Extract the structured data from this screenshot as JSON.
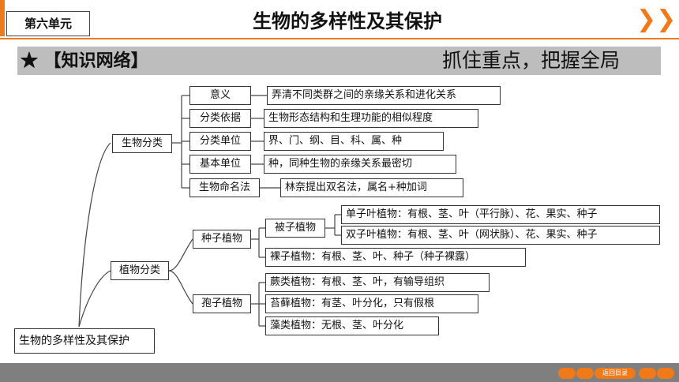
{
  "header": {
    "unit_label": "第六单元",
    "title": "生物的多样性及其保护",
    "colors": {
      "accent": "#f07a1a",
      "banner": "#bdbdbd",
      "footer": "#7f7f7f"
    }
  },
  "banner": {
    "left_text": "★ 【知识网络】",
    "right_text": "抓住重点，把握全局"
  },
  "mindmap": {
    "root": "生物的多样性及其保护",
    "classification": {
      "label": "生物分类",
      "items": [
        {
          "label": "意义",
          "detail": "弄清不同类群之间的亲缘关系和进化关系"
        },
        {
          "label": "分类依据",
          "detail": "生物形态结构和生理功能的相似程度"
        },
        {
          "label": "分类单位",
          "detail": "界、门、纲、目、科、属、种"
        },
        {
          "label": "基本单位",
          "detail": "种，同种生物的亲缘关系最密切"
        },
        {
          "label": "生物命名法",
          "detail": "林奈提出双名法，属名+种加词"
        }
      ]
    },
    "plants": {
      "label": "植物分类",
      "seed": {
        "label": "种子植物",
        "angiosperm": {
          "label": "被子植物",
          "mono": "单子叶植物：有根、茎、叶（平行脉）、花、果实、种子",
          "di": "双子叶植物：有根、茎、叶（网状脉）、花、果实、种子"
        },
        "gymnosperm": "裸子植物：有根、茎、叶、种子（种子裸露）"
      },
      "spore": {
        "label": "孢子植物",
        "fern": "蕨类植物：有根、茎、叶，有输导组织",
        "moss": "苔藓植物：有茎、叶分化，只有假根",
        "algae": "藻类植物：无根、茎、叶分化"
      }
    }
  },
  "footer": {
    "return_label": "返回目录"
  }
}
